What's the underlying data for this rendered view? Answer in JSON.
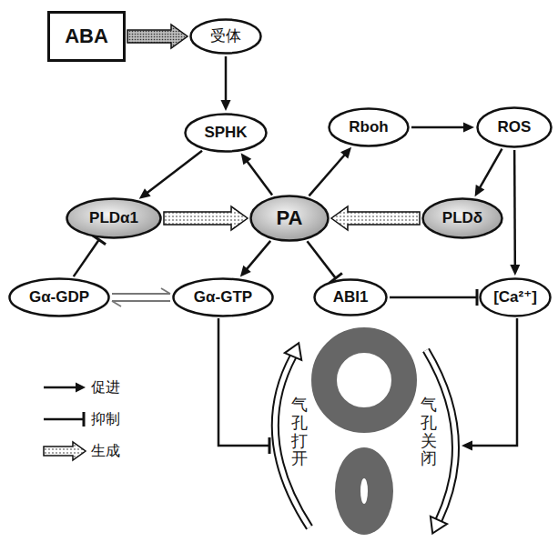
{
  "diagram": {
    "nodes": [
      {
        "text": [
          "ABA"
        ]
      },
      {
        "text": [
          "受体"
        ]
      },
      {
        "text": [
          "SPHK"
        ]
      },
      {
        "text": [
          "Rboh"
        ]
      },
      {
        "text": [
          "ROS"
        ]
      },
      {
        "text": [
          "PLDα1"
        ]
      },
      {
        "text": [
          "PA"
        ]
      },
      {
        "text": [
          "PLDδ"
        ]
      },
      {
        "text": [
          "Gα-GDP"
        ]
      },
      {
        "text": [
          "Gα-GTP"
        ]
      },
      {
        "text": [
          "ABI1"
        ]
      },
      {
        "text": [
          "[Ca²⁺]"
        ]
      }
    ],
    "edges": [
      {
        "from": 0,
        "to": 1,
        "arrow": "to"
      },
      {
        "from": 1,
        "to": 2,
        "arrow": "to"
      },
      {
        "from": 2,
        "to": 5,
        "arrow": "to"
      },
      {
        "from": 6,
        "to": 2,
        "arrow": "to"
      },
      {
        "from": 6,
        "to": 3,
        "arrow": "to"
      },
      {
        "from": 3,
        "to": 4,
        "arrow": "to"
      },
      {
        "from": 4,
        "to": 7,
        "arrow": "to"
      },
      {
        "from": 4,
        "to": 11,
        "arrow": "to"
      },
      {
        "from": 5,
        "to": 6,
        "arrow": "to"
      },
      {
        "from": 7,
        "to": 6,
        "arrow": "to"
      },
      {
        "from": 6,
        "to": 9,
        "arrow": "to"
      },
      {
        "from": 6,
        "to": 10,
        "arrow": "to"
      },
      {
        "from": 8,
        "to": 5,
        "arrow": "to"
      },
      {
        "from": 8,
        "to": 9,
        "arrow": "both"
      },
      {
        "from": 10,
        "to": 11,
        "arrow": "to"
      }
    ],
    "labels": [
      "气孔打开",
      "气孔关闭"
    ],
    "legend": [
      {
        "text": "促进"
      },
      {
        "text": "抑制"
      },
      {
        "text": "生成"
      }
    ]
  }
}
